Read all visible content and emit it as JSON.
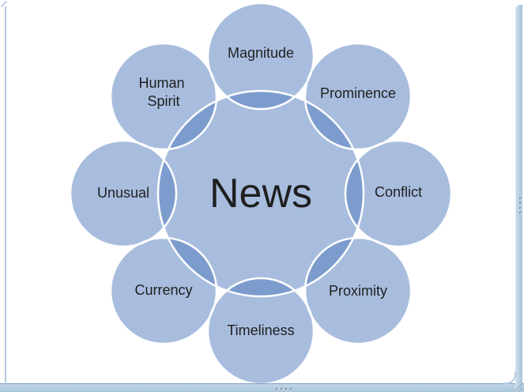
{
  "window": {
    "background": "#ffffff",
    "border_color": "#b2cbe1",
    "splitter": {
      "fill_from": "#cbdcea",
      "fill_to": "#a7c3da",
      "edge_line_color": "#7e9cba",
      "dot_color": "#5d7082",
      "right_dot_count": 4,
      "bottom_dot_count": 4
    }
  },
  "diagram": {
    "type": "radial-overlap",
    "center": {
      "label": "News"
    },
    "nodes": [
      {
        "label": "Magnitude"
      },
      {
        "label": "Prominence"
      },
      {
        "label": "Conflict"
      },
      {
        "label": "Proximity"
      },
      {
        "label": "Timeliness"
      },
      {
        "label": "Currency"
      },
      {
        "label": "Unusual"
      },
      {
        "label": "Human Spirit",
        "line1": "Human",
        "line2": "Spirit"
      }
    ],
    "colors": {
      "circle_base": "#517CBE",
      "circle_opacity": "0.5",
      "circle_light_result": "#A8BEDE",
      "circle_overlap_result": "#7D9ECE",
      "outline": "#FFFFFF",
      "text": "#1F1F1F"
    }
  }
}
